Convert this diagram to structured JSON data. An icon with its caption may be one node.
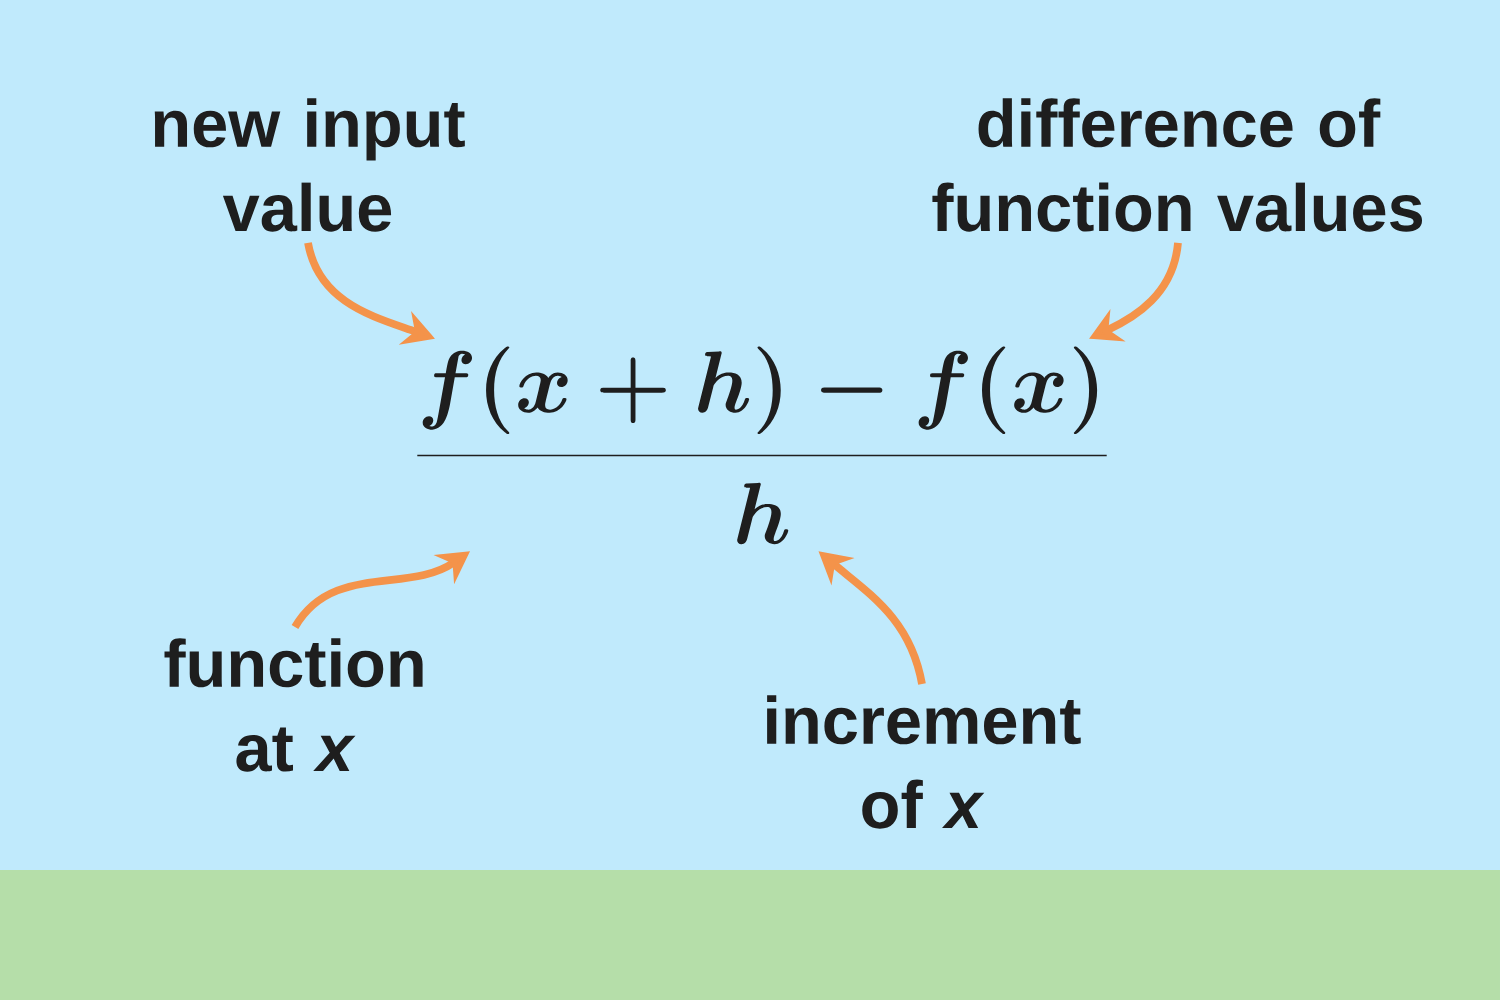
{
  "diagram": {
    "nodes": [
      {
        "text": [
          "new input value"
        ]
      },
      {
        "text": [
          "difference of function values"
        ]
      },
      {
        "text": [
          "function at *x*"
        ]
      },
      {
        "text": [
          "increment of *x*"
        ]
      },
      {
        "text": [
          "\\frac{f(x+h)-f(x)}{h}"
        ]
      }
    ],
    "edges": [
      {
        "from": 0,
        "to": 4,
        "arrow": "to"
      },
      {
        "from": 1,
        "to": 4,
        "arrow": "to"
      },
      {
        "from": 2,
        "to": 4,
        "arrow": "to"
      },
      {
        "from": 3,
        "to": 4,
        "arrow": "to"
      }
    ]
  }
}
